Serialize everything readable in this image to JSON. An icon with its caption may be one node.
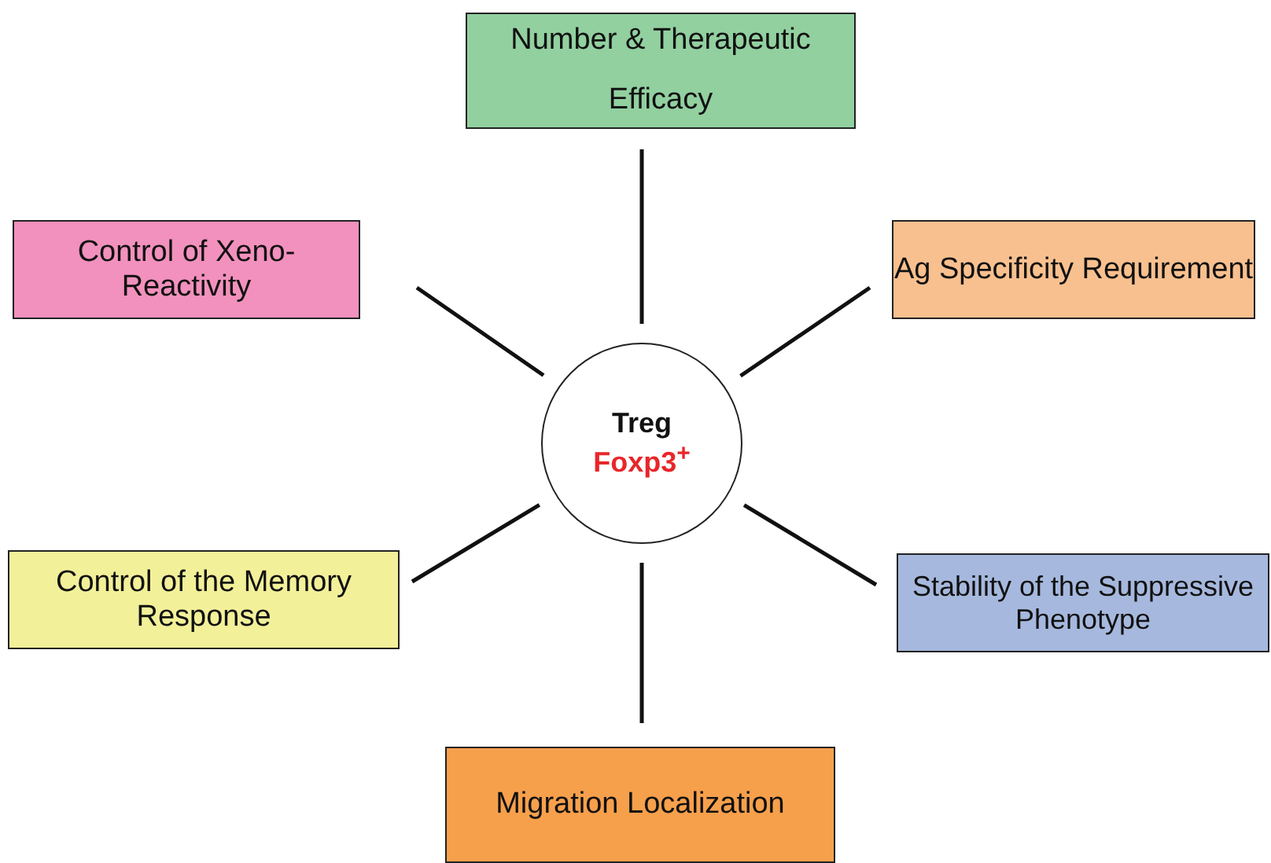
{
  "diagram": {
    "nodes": [
      {
        "text": [
          "Number & Therapeutic Efficacy"
        ]
      },
      {
        "text": [
          "Control of Xeno-Reactivity"
        ]
      },
      {
        "text": [
          "Ag Specificity Requirement"
        ]
      },
      {
        "text": [
          "Treg",
          "Foxp3$^{+}$"
        ]
      },
      {
        "text": [
          "Control of the Memory Response"
        ]
      },
      {
        "text": [
          "Stability of the Suppressive Phenotype"
        ]
      },
      {
        "text": [
          "Migration Localization"
        ]
      }
    ],
    "edges": [
      {
        "from": 3,
        "to": 0,
        "arrow": "none"
      },
      {
        "from": 3,
        "to": 1,
        "arrow": "none"
      },
      {
        "from": 3,
        "to": 2,
        "arrow": "none"
      },
      {
        "from": 3,
        "to": 4,
        "arrow": "none"
      },
      {
        "from": 3,
        "to": 5,
        "arrow": "none"
      },
      {
        "from": 3,
        "to": 6,
        "arrow": "none"
      }
    ]
  }
}
